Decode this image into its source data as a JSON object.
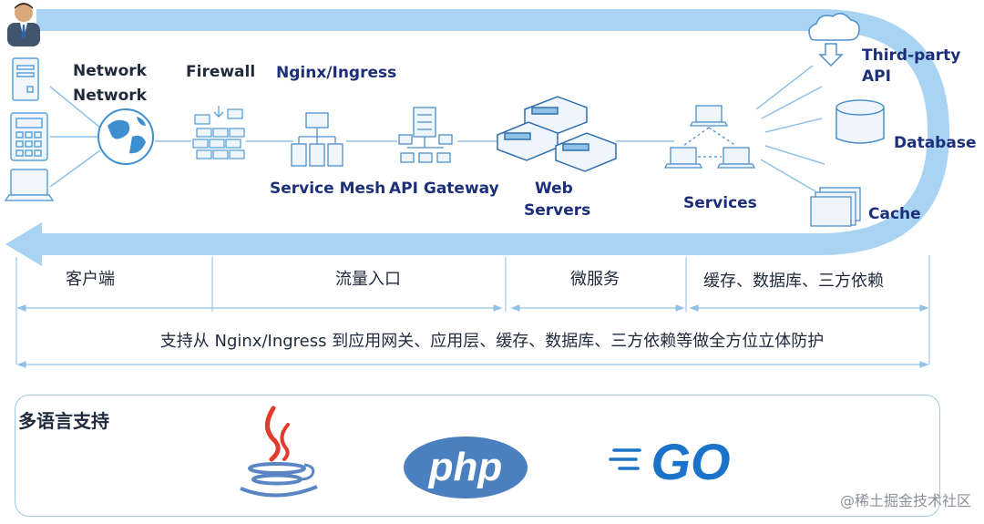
{
  "nodes": {
    "network1": "Network",
    "network2": "Network",
    "firewall": "Firewall",
    "nginx": "Nginx/Ingress",
    "service_mesh": "Service Mesh",
    "api_gateway": "API Gateway",
    "web_servers_1": "Web",
    "web_servers_2": "Servers",
    "services": "Services",
    "third_party_1": "Third-party",
    "third_party_2": "API",
    "database": "Database",
    "cache": "Cache"
  },
  "segments": {
    "client": "客户端",
    "ingress": "流量入口",
    "microservice": "微服务",
    "deps": "缓存、数据库、三方依赖"
  },
  "summary": "支持从 Nginx/Ingress 到应用网关、应用层、缓存、数据库、三方依赖等做全方位立体防护",
  "languages": {
    "title": "多语言支持",
    "php": "php",
    "go": "GO"
  },
  "watermark": "@稀土掘金技术社区",
  "colors": {
    "arrow": "#a9d3f3",
    "navy": "#1c2f7a",
    "php": "#4a7fc0",
    "go": "#1a73c8",
    "java_red": "#e23a2c",
    "java_blue": "#5a86c4"
  }
}
